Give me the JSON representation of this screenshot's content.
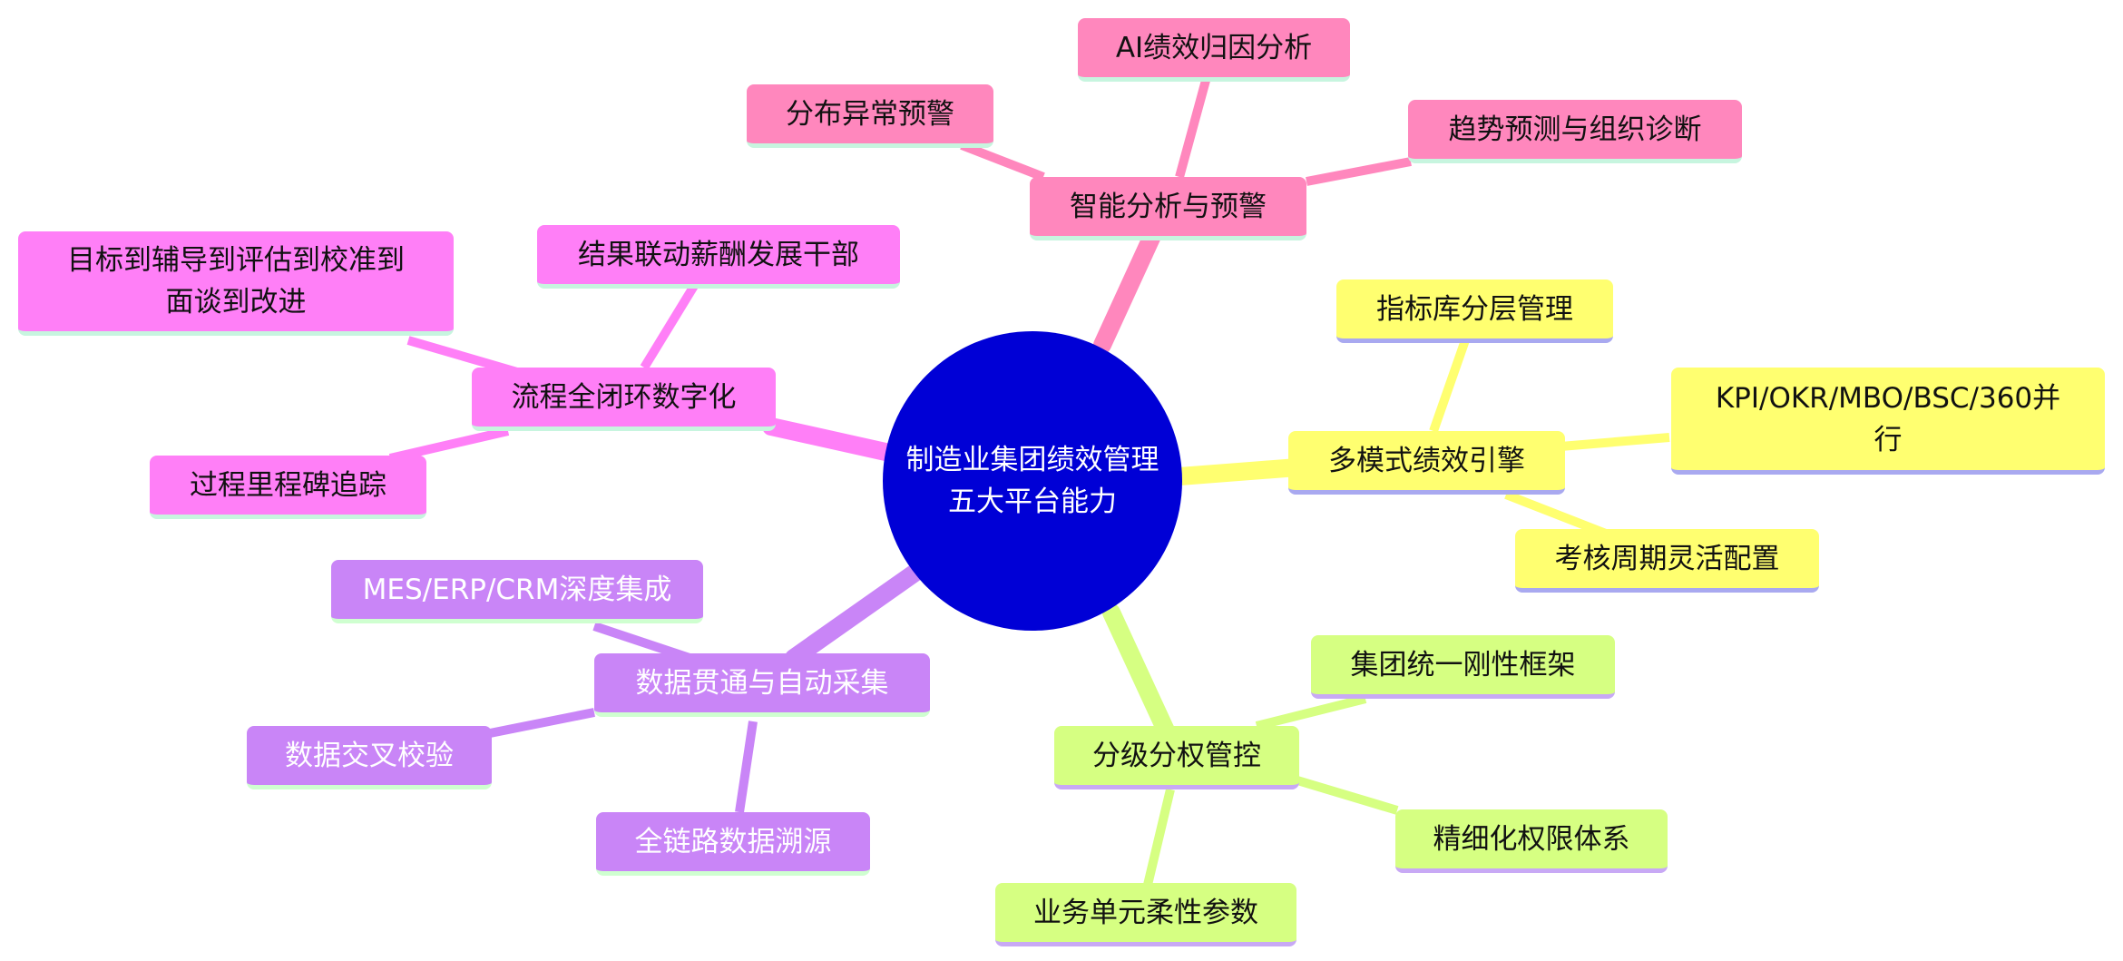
{
  "root": {
    "line1": "制造业集团绩效管理",
    "line2": "五大平台能力"
  },
  "colors": {
    "root": "#0000d6",
    "branch_pink": "#ff87bd",
    "branch_magenta": "#ff7ff7",
    "branch_yellow": "#ffff70",
    "branch_lime": "#d6ff82",
    "branch_purple": "#c985f7"
  },
  "branches": {
    "intel": {
      "label": "智能分析与预警",
      "children": [
        "AI绩效归因分析",
        "分布异常预警",
        "趋势预测与组织诊断"
      ]
    },
    "process": {
      "label": "流程全闭环数字化",
      "children_line": [
        "目标到辅导到评估到校准到",
        "面谈到改进"
      ],
      "children": [
        "结果联动薪酬发展干部",
        "过程里程碑追踪"
      ]
    },
    "engine": {
      "label": "多模式绩效引擎",
      "children": [
        "指标库分层管理",
        "考核周期灵活配置"
      ],
      "multi_line": [
        "KPI/OKR/MBO/BSC/360并",
        "行"
      ]
    },
    "control": {
      "label": "分级分权管控",
      "children": [
        "集团统一刚性框架",
        "精细化权限体系",
        "业务单元柔性参数"
      ]
    },
    "data": {
      "label": "数据贯通与自动采集",
      "children": [
        "MES/ERP/CRM深度集成",
        "数据交叉校验",
        "全链路数据溯源"
      ]
    }
  }
}
